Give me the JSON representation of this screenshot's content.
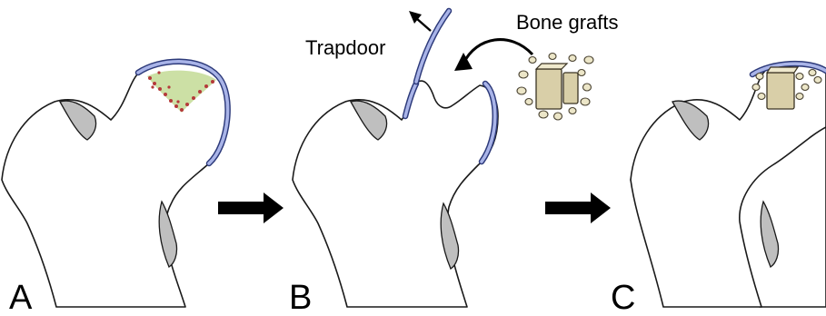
{
  "panels": [
    {
      "letter": "A"
    },
    {
      "letter": "B"
    },
    {
      "letter": "C"
    }
  ],
  "annotations": {
    "trapdoor": "Trapdoor",
    "bone_grafts": "Bone grafts"
  }
}
